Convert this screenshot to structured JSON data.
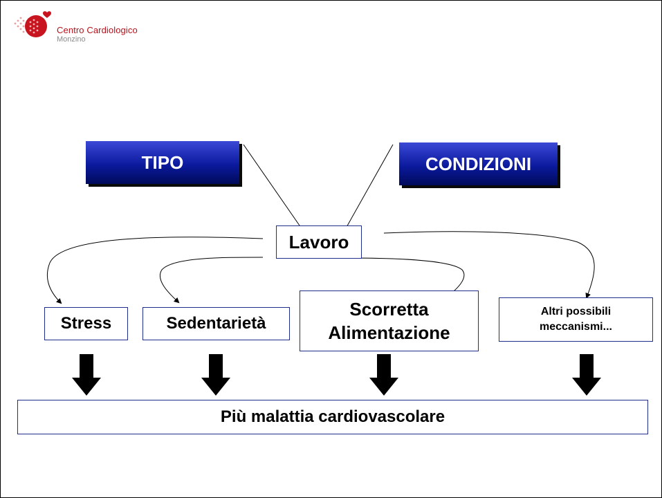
{
  "logo": {
    "title": "Centro Cardiologico",
    "subtitle": "Monzino"
  },
  "diagram": {
    "top_left": "TIPO",
    "top_right": "CONDIZIONI",
    "center": "Lavoro",
    "mechanisms": [
      {
        "line1": "Stress",
        "line2": ""
      },
      {
        "line1": "Sedentarietà",
        "line2": ""
      },
      {
        "line1": "Scorretta",
        "line2": "Alimentazione"
      },
      {
        "line1": "Altri possibili",
        "line2": "meccanismi..."
      }
    ],
    "outcome": "Più malattia cardiovascolare"
  },
  "colors": {
    "dark_box": "#0b1a9e",
    "box_border": "#1f2b8a",
    "logo_red": "#b5121b"
  }
}
